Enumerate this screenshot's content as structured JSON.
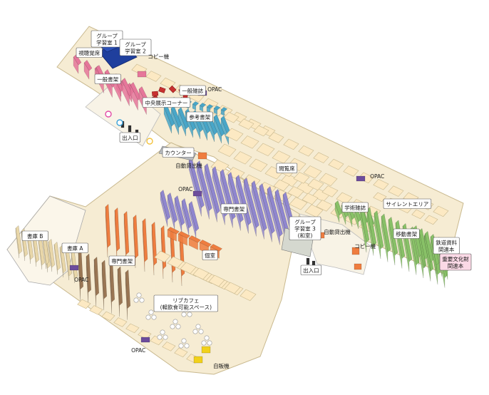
{
  "labels": {
    "group_room_1": "グループ\n学習室 1",
    "group_room_2": "グループ\n学習室 2",
    "copy_top": "コピー機",
    "av_seats": "視聴覚席",
    "general_shelves": "一般書架",
    "general_magazines": "一般雑誌",
    "opac_top": "OPAC",
    "central_exhibit": "中央展示コーナー",
    "reference_shelves": "参考書架",
    "entrance_left": "出入口",
    "counter": "カウンター",
    "self_checkout_left": "自動貸出機",
    "reading_seats": "閲覧席",
    "opac_right": "OPAC",
    "opac_mid": "OPAC",
    "special_shelves_center": "専門書架",
    "academic_magazines": "学術雑誌",
    "silent_area": "サイレントエリア",
    "group_room_3": "グループ\n学習室 3\n(和室)",
    "self_checkout_right": "自動貸出機",
    "mobile_shelves": "移動書架",
    "railway_materials": "鉄道資料\n関連本",
    "cultural_property": "重要文化財\n関連本",
    "copy_right": "コピー機",
    "entrance_right": "出入口",
    "stack_b": "書庫 B",
    "stack_a": "書庫 A",
    "private_rooms": "個室",
    "special_shelves_left": "専門書架",
    "opac_left": "OPAC",
    "lib_cafe": "リブカフェ\n(軽飲食可能スペース)",
    "opac_bottom": "OPAC",
    "vending": "自販機"
  },
  "colors": {
    "floor": "#f6ecd3",
    "floor_edge": "#c9b98f",
    "seat": "#fce9c3",
    "pink": "#e6769a",
    "navy": "#1f3f9d",
    "cyan": "#48a6c8",
    "purple": "#8f86cf",
    "green": "#88c167",
    "orange": "#ef7d3f",
    "brown": "#9a7654",
    "exhibit": "#c83030",
    "opac": "#6d4c9c",
    "yellow": "#f1d11b"
  }
}
